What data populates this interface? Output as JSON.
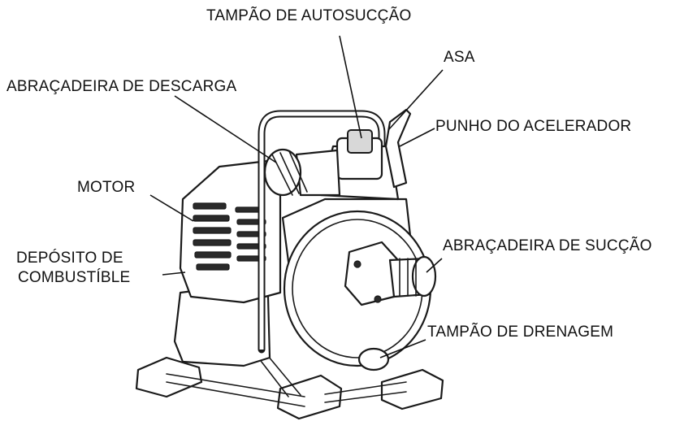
{
  "labels": {
    "self_priming_cap": "TAMPÃO DE AUTOSUCÇÃO",
    "handle": "ASA",
    "discharge_clamp": "ABRAÇADEIRA DE DESCARGA",
    "throttle_grip": "PUNHO DO ACELERADOR",
    "motor": "MOTOR",
    "fuel_tank_line1": "DEPÓSITO DE",
    "fuel_tank_line2": "COMBUSTÍBLE",
    "suction_clamp": "ABRAÇADEIRA DE SUCÇÃO",
    "drain_plug": "TAMPÃO DE DRENAGEM"
  }
}
